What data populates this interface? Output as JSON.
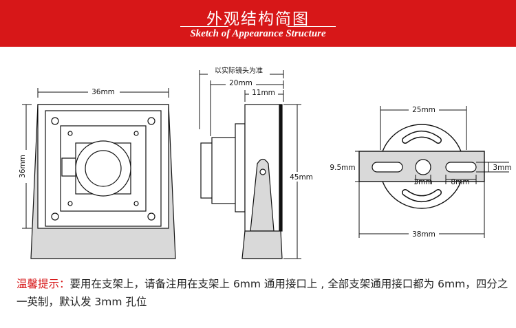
{
  "header": {
    "title_cn": "外观结构简图",
    "title_en": "Sketch of Appearance Structure"
  },
  "front_view": {
    "width_label": "36mm",
    "height_label": "36mm"
  },
  "side_view": {
    "note_label": "以实际镜头为准",
    "depth_label": "20mm",
    "plate_label": "11mm",
    "height_label": "45mm"
  },
  "bracket_view": {
    "top_label": "25mm",
    "left_label": "9.5mm",
    "right_label": "3mm",
    "hole_label": "3mm",
    "slot_label": "8mm",
    "bottom_label": "38mm"
  },
  "note": {
    "label": "温馨提示：",
    "text": "要用在支架上，请备注用在支架上 6mm 通用接口上 , 全部支架通用接口都为 6mm，四分之一英制，默认发 3mm 孔位"
  },
  "colors": {
    "banner": "#d71718",
    "line": "#111111",
    "fill_gray": "#d9d9d9",
    "note_label": "#d71718"
  }
}
